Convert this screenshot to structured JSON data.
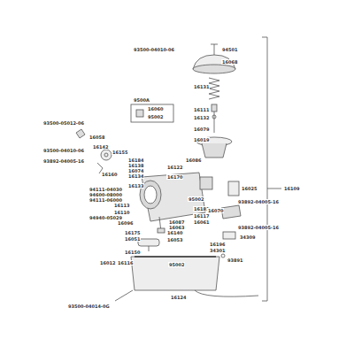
{
  "diagram": {
    "labels": [
      "93500-04010-06",
      "94501",
      "16068",
      "16131",
      "9500A",
      "16060",
      "95002",
      "16111",
      "16132",
      "16079",
      "93500-05012-06",
      "16019",
      "16058",
      "16142",
      "93500-04010-06",
      "16155",
      "93892-04005-16",
      "16086",
      "16160",
      "16184",
      "16138",
      "16122",
      "16074",
      "16134",
      "16170",
      "16109",
      "16025",
      "16133",
      "94111-04030",
      "94600-08000",
      "94111-06000",
      "16113",
      "16110",
      "94940-05029",
      "16096",
      "95002",
      "16181",
      "93892-04005-16",
      "16070",
      "16117",
      "16061",
      "16087",
      "16063",
      "93892-04005-16",
      "16175",
      "16140",
      "34309",
      "16051",
      "16053",
      "16196",
      "34301",
      "93891",
      "16150",
      "16012",
      "16116",
      "95002",
      "16124",
      "93500-04014-0G"
    ]
  }
}
